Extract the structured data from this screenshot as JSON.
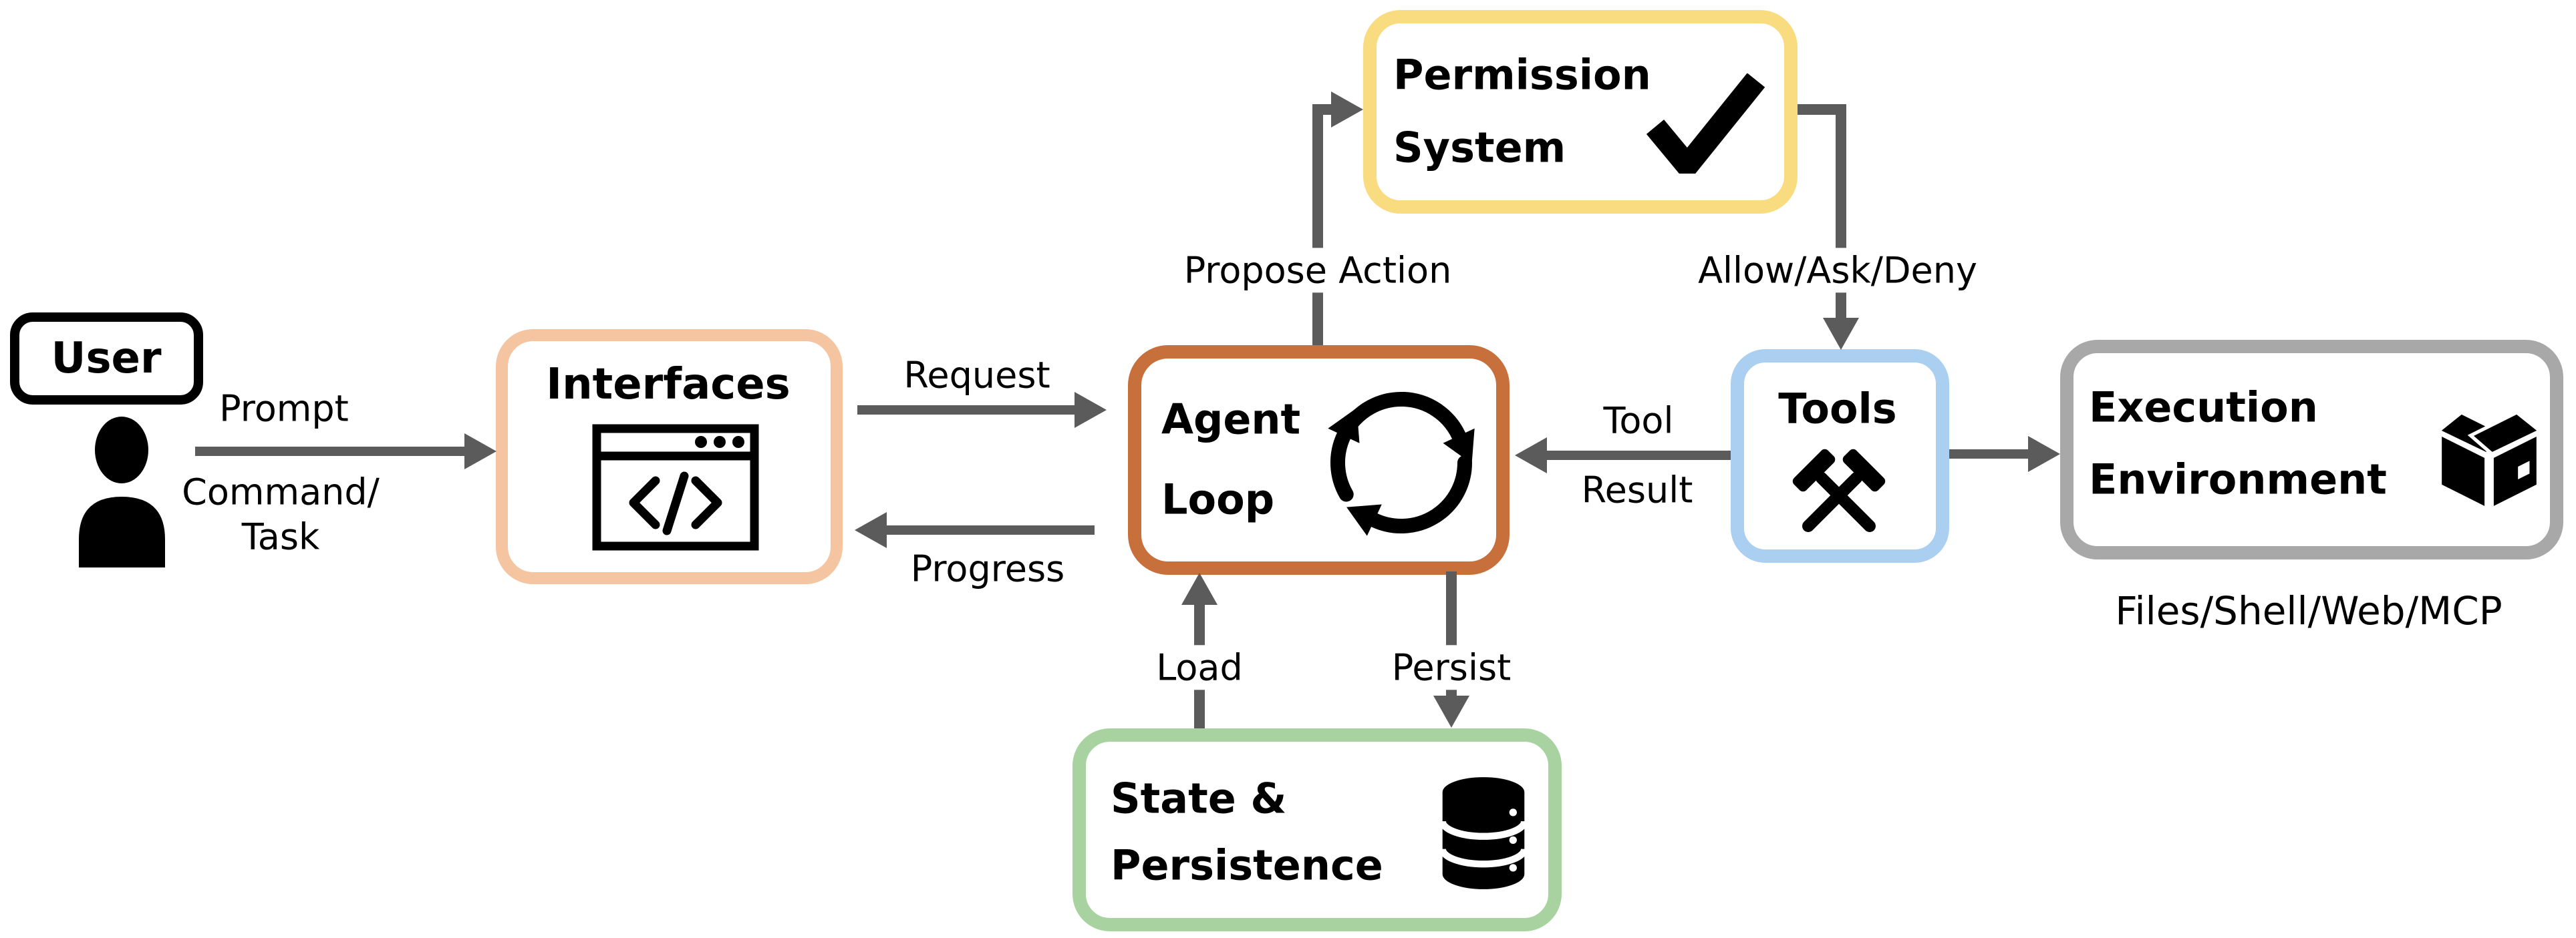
{
  "diagram_title": "Agent architecture flow diagram",
  "colors": {
    "arrow": "#5B5B5B",
    "user_border": "#000000",
    "interfaces_border": "#F4C5A0",
    "agent_loop_border": "#C8703C",
    "permission_border": "#FADC80",
    "tools_border": "#AACFF1",
    "execution_border": "#A8A8A8",
    "state_border": "#A8D3A0",
    "background": "#FFFFFF"
  },
  "nodes": {
    "user": {
      "label": "User",
      "icon": "person-icon"
    },
    "interfaces": {
      "label": "Interfaces",
      "icon": "browser-code-icon"
    },
    "agent_loop": {
      "line1": "Agent",
      "line2": "Loop",
      "icon": "loop-cycle-icon"
    },
    "permission_system": {
      "line1": "Permission",
      "line2": "System",
      "icon": "checkmark-icon"
    },
    "tools": {
      "label": "Tools",
      "icon": "crossed-hammers-icon"
    },
    "execution_environment": {
      "line1": "Execution",
      "line2": "Environment",
      "icon": "package-box-icon",
      "caption": "Files/Shell/Web/MCP"
    },
    "state_persistence": {
      "line1": "State &",
      "line2": "Persistence",
      "icon": "database-icon"
    }
  },
  "edges": {
    "user_to_interfaces": {
      "label_top": "Prompt",
      "label_bottom_line1": "Command/",
      "label_bottom_line2": "Task"
    },
    "interfaces_to_agent": {
      "label": "Request"
    },
    "agent_to_interfaces": {
      "label": "Progress"
    },
    "agent_to_permission": {
      "label": "Propose Action"
    },
    "permission_to_tools": {
      "label": "Allow/Ask/Deny"
    },
    "tools_to_agent": {
      "label_line1": "Tool",
      "label_line2": "Result"
    },
    "tools_to_execution": {
      "label": ""
    },
    "state_to_agent": {
      "label": "Load"
    },
    "agent_to_state": {
      "label": "Persist"
    }
  }
}
